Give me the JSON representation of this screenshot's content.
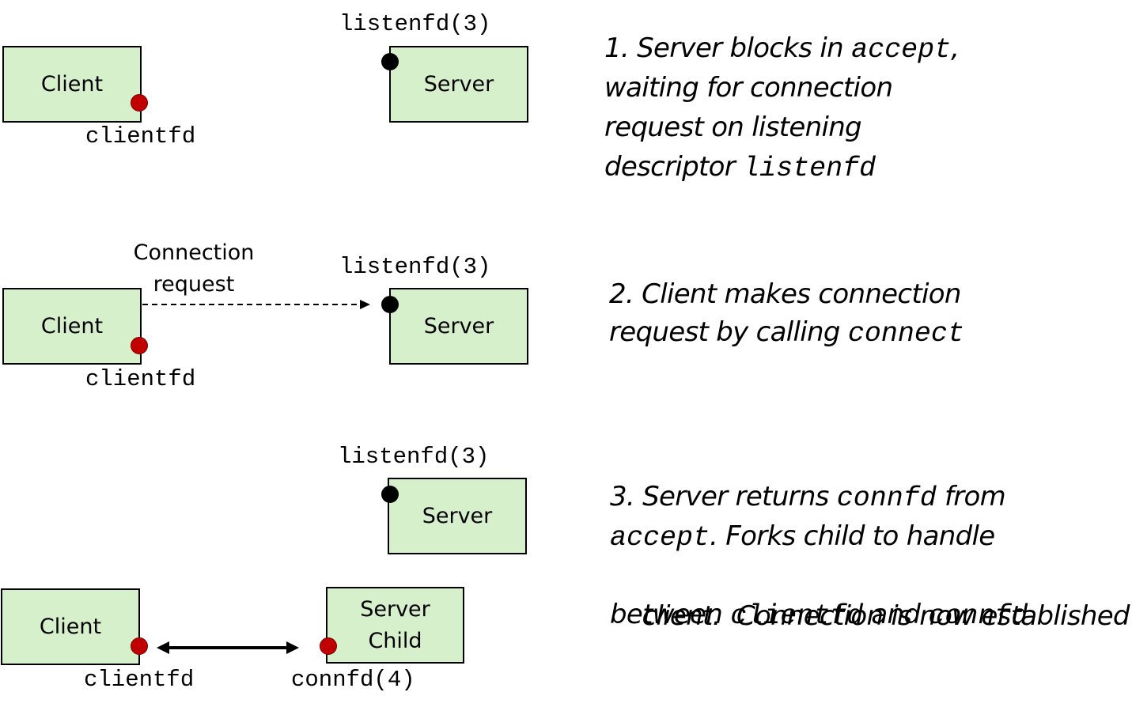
{
  "stage1": {
    "client_label": "Client",
    "server_label": "Server",
    "listenfd_label": "listenfd(3)",
    "clientfd_label": "clientfd",
    "caption": [
      {
        "num": "1.",
        "a": "Server blocks in",
        "code": "accept",
        "b": ","
      },
      {
        "a": "waiting for connection"
      },
      {
        "a": "request on listening"
      },
      {
        "a": "descriptor",
        "code": "listenfd"
      }
    ]
  },
  "stage2": {
    "client_label": "Client",
    "server_label": "Server",
    "listenfd_label": "listenfd(3)",
    "clientfd_label": "clientfd",
    "request_label_line1": "Connection",
    "request_label_line2": "request",
    "caption": [
      {
        "num": "2.",
        "a": "Client makes connection"
      },
      {
        "a": "request by calling",
        "code": "connect"
      }
    ]
  },
  "stage3": {
    "server_label": "Server",
    "listenfd_label": "listenfd(3)",
    "client_label": "Client",
    "child_label_line1": "Server",
    "child_label_line2": "Child",
    "clientfd_label": "clientfd",
    "connfd_label": "connfd(4)",
    "caption": [
      {
        "num": "3.",
        "a": "Server returns",
        "code": "connfd",
        "b": "from"
      },
      {
        "code": "accept",
        "b": ". Forks child to handle"
      },
      {
        "a": "client.  Connection is now established"
      },
      {
        "a": "between",
        "code": "clientfd",
        "b": "and",
        "code2": "connfd"
      }
    ]
  },
  "colors": {
    "box_fill": "#d7f0cc",
    "client_socket": "#c00000",
    "listen_socket": "#000000"
  }
}
